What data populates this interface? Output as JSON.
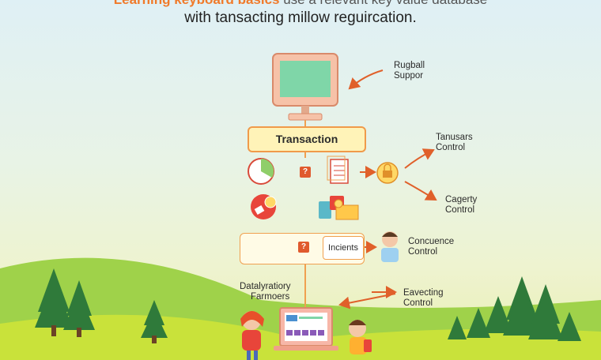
{
  "header": {
    "title_partial_orange": "Learning keyboard basics",
    "title_partial_rest": " use a relevant key value database",
    "title": "with tansacting millow reguircation."
  },
  "nodes": {
    "rugball_support": [
      "Rugball",
      "Suppor"
    ],
    "transaction": "Transaction",
    "tanusars_control": [
      "Tanusars",
      "Control"
    ],
    "cagerty_control": [
      "Cagerty",
      "Control"
    ],
    "incidents": "Incients",
    "concuence_control": [
      "Concuence",
      "Control"
    ],
    "datalyratiory": [
      "Datalyratiory",
      "Farmoers"
    ],
    "evecting_control": [
      "Eavecting",
      "Control"
    ]
  },
  "badges": {
    "question": "?"
  },
  "colors": {
    "accent": "#f07a2a",
    "arrow": "#e0602a",
    "box_border": "#f09a4a",
    "hill": "#8cc63f",
    "tree": "#2f7a3a"
  },
  "icons": [
    "computer-monitor-icon",
    "pie-chart-icon",
    "document-icon",
    "padlock-icon",
    "magnifier-tag-icon",
    "bag-box-icon",
    "disk-icon",
    "person-icon",
    "laptop-icon",
    "tree-icon",
    "child-figure-icon"
  ]
}
